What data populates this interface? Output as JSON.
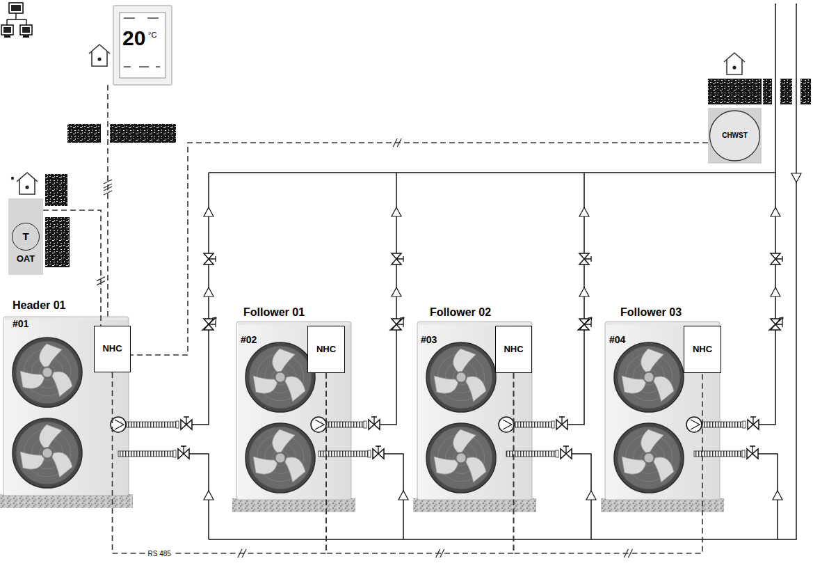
{
  "diagram": {
    "nodes": [
      {
        "text": [
          "Header 01",
          "#01"
        ]
      },
      {
        "text": [
          "NHC"
        ],
        "in": 0
      },
      {
        "text": [
          "Follower 01",
          "#02"
        ]
      },
      {
        "text": [
          "NHC"
        ],
        "in": 2
      },
      {
        "text": [
          "Follower 02",
          "#03"
        ]
      },
      {
        "text": [
          "NHC"
        ],
        "in": 4
      },
      {
        "text": [
          "Follower 03",
          "#04"
        ]
      },
      {
        "text": [
          "NHC"
        ],
        "in": 6
      },
      {
        "text": [
          "OAT"
        ]
      },
      {
        "text": [
          "T"
        ],
        "in": 8
      },
      {
        "text": [
          "CHWST"
        ]
      }
    ],
    "edges": [
      {
        "from": 1,
        "to": 3,
        "arrow": "none",
        "label": "RS 485"
      },
      {
        "from": 3,
        "to": 5,
        "arrow": "none"
      },
      {
        "from": 5,
        "to": 7,
        "arrow": "none"
      },
      {
        "from": 8,
        "to": 1,
        "arrow": "none"
      },
      {
        "from": 10,
        "to": 1,
        "arrow": "none"
      }
    ],
    "labels": [
      "20",
      "°C"
    ]
  }
}
